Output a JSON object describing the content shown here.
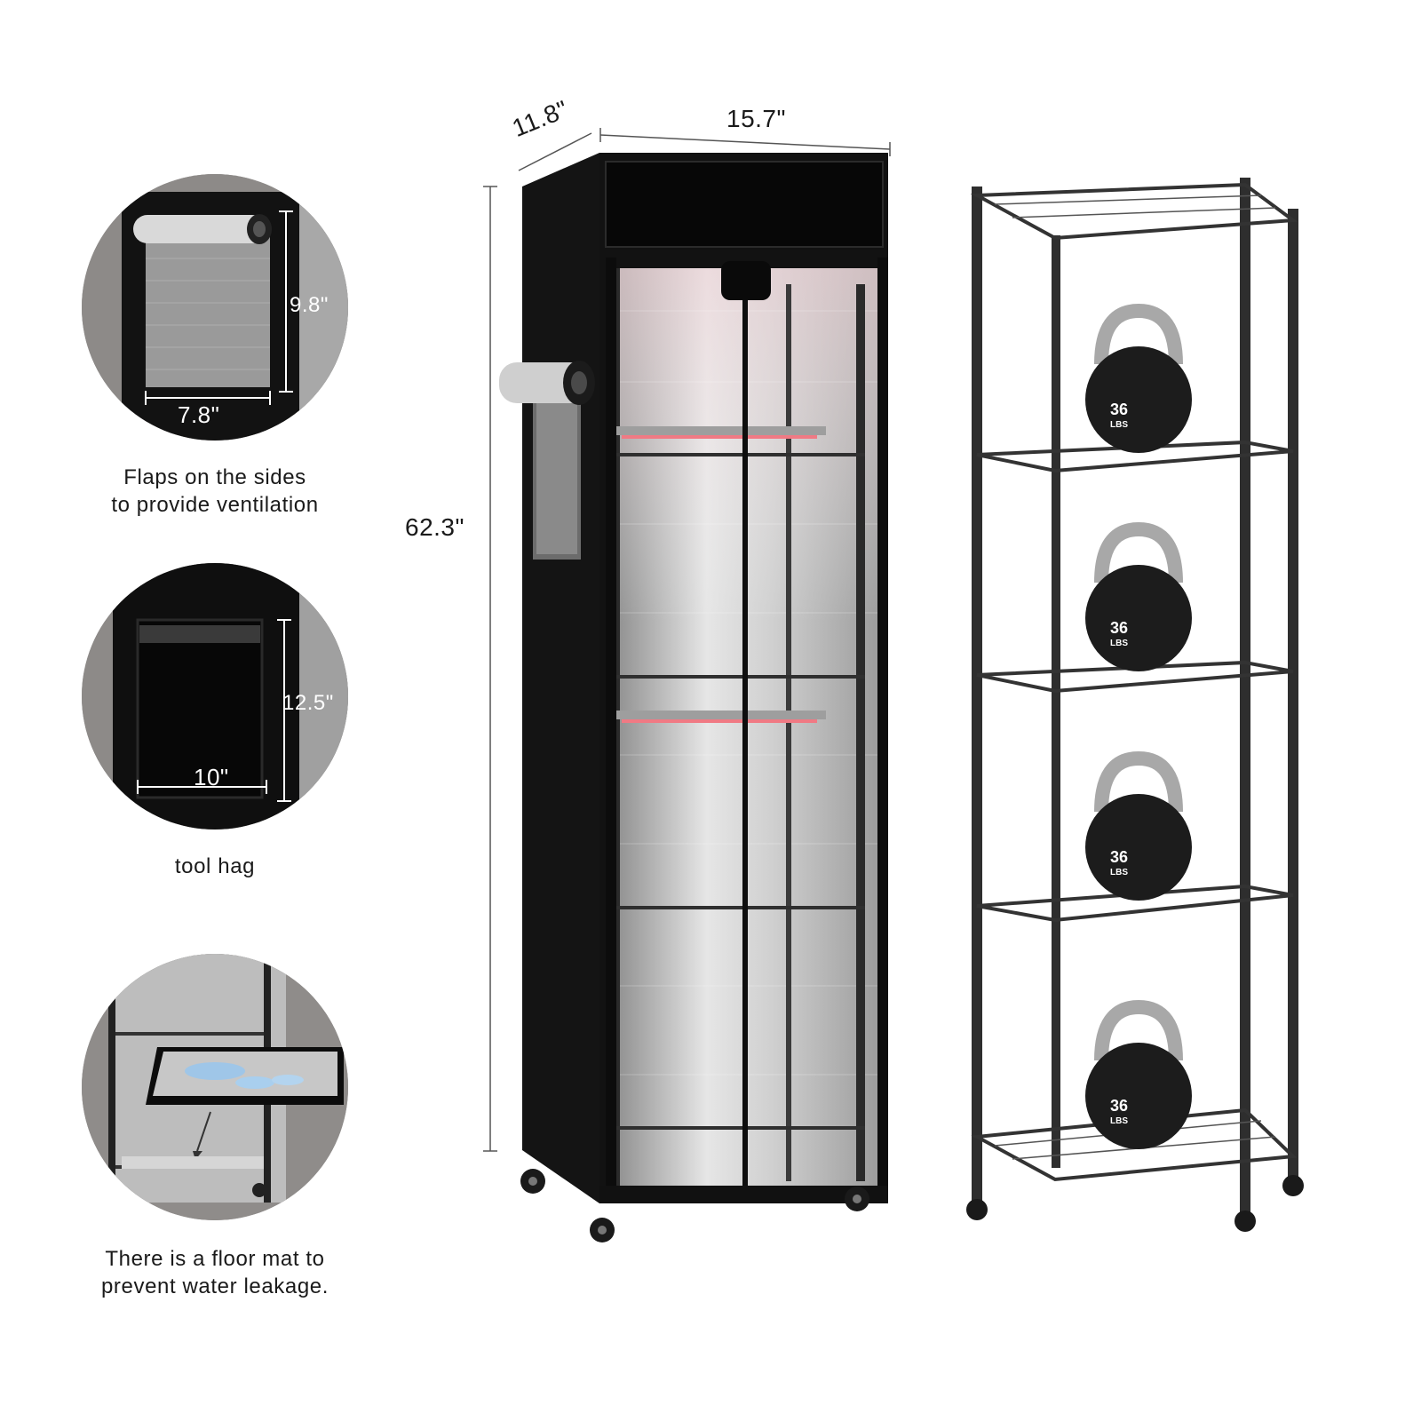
{
  "dimensions": {
    "depth": "11.8\"",
    "width": "15.7\"",
    "height": "62.3\""
  },
  "callouts": [
    {
      "caption_line1": "Flaps on the sides",
      "caption_line2": "to provide ventilation",
      "height": "9.8\"",
      "width": "7.8\""
    },
    {
      "caption_line1": "tool hag",
      "caption_line2": "",
      "height": "12.5\"",
      "width": "10\""
    },
    {
      "caption_line1": "There is a floor mat to",
      "caption_line2": "prevent water leakage."
    }
  ],
  "kettlebells": [
    {
      "weight": "36",
      "unit": "LBS"
    },
    {
      "weight": "36",
      "unit": "LBS"
    },
    {
      "weight": "36",
      "unit": "LBS"
    },
    {
      "weight": "36",
      "unit": "LBS"
    }
  ],
  "colors": {
    "tent_fabric": "#111111",
    "reflective_interior": "#c9c9c9",
    "rack_metal": "#2e2e2e",
    "circle_background": "#8f8c8a"
  }
}
